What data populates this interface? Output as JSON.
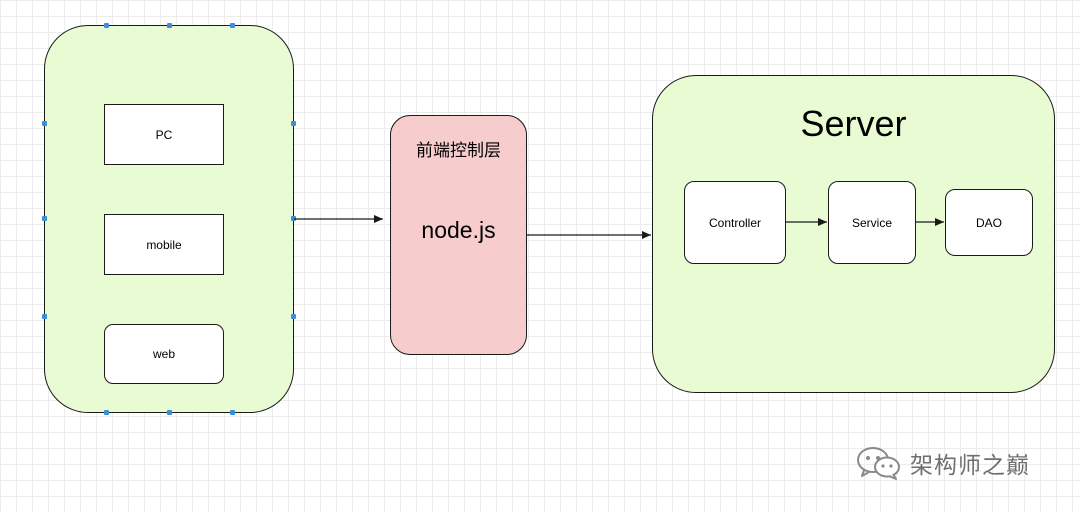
{
  "clients": {
    "pc": "PC",
    "mobile": "mobile",
    "web": "web"
  },
  "front_layer": {
    "title": "前端控制层",
    "tech": "node.js"
  },
  "server": {
    "title": "Server",
    "controller": "Controller",
    "service": "Service",
    "dao": "DAO"
  },
  "watermark": {
    "text": "架构师之巅",
    "icon": "wechat-icon"
  },
  "colors": {
    "green_fill": "#e8fbd3",
    "red_fill": "#f6cccc",
    "stroke": "#1a1a1a",
    "handle": "#3b8edb"
  }
}
